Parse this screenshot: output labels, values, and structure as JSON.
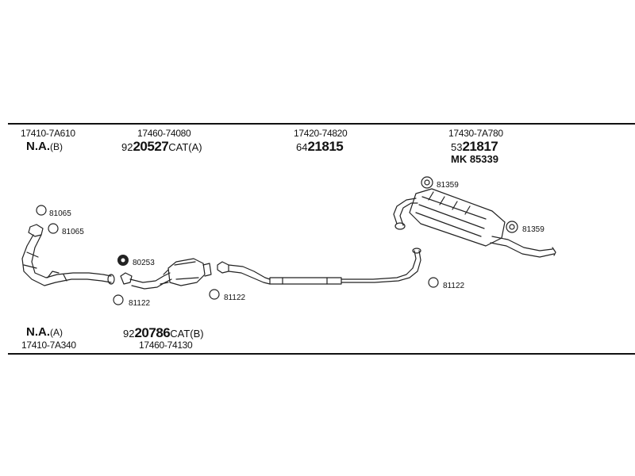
{
  "top_labels": [
    {
      "oe": "17410-7A610",
      "na": "N.A.",
      "na_suffix": "(B)"
    },
    {
      "oe": "17460-74080",
      "prefix": "92",
      "number": "20527",
      "suffix": "CAT(A)"
    },
    {
      "oe": "17420-74820",
      "prefix": "64",
      "number": "21815",
      "suffix": ""
    },
    {
      "oe": "17430-7A780",
      "prefix": "53",
      "number": "21817",
      "suffix": "",
      "mk": "MK  85339"
    }
  ],
  "bottom_labels": [
    {
      "na": "N.A.",
      "na_suffix": "(A)",
      "oe": "17410-7A340"
    },
    {
      "prefix": "92",
      "number": "20786",
      "suffix": "CAT(B)",
      "oe": "17460-74130"
    }
  ],
  "refs": {
    "r1": "81065",
    "r2": "81065",
    "r3": "80253",
    "r4": "81122",
    "r5": "81122",
    "r6": "81122",
    "r7": "81359",
    "r8": "81359"
  }
}
